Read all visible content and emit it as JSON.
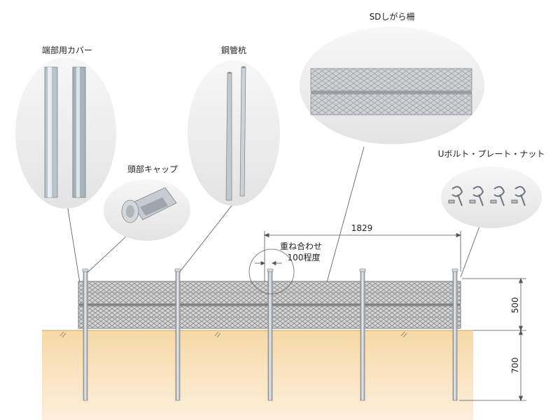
{
  "labels": {
    "end_cover": "端部用カバー",
    "steel_pipe": "鋼管杭",
    "sd_fence": "SDしがら柵",
    "head_cap": "頭部キャップ",
    "u_bolt": "Uボルト・プレート・ナット"
  },
  "dimensions": {
    "span": "1829",
    "overlap_line1": "重ね合わせ",
    "overlap_line2": "100程度",
    "above_ground": "500",
    "below_ground": "700"
  },
  "colors": {
    "ground": "#f7dcae",
    "bubble": "#ebebeb",
    "mesh": "#b8b8b8",
    "steel": "#c9ccd0"
  }
}
